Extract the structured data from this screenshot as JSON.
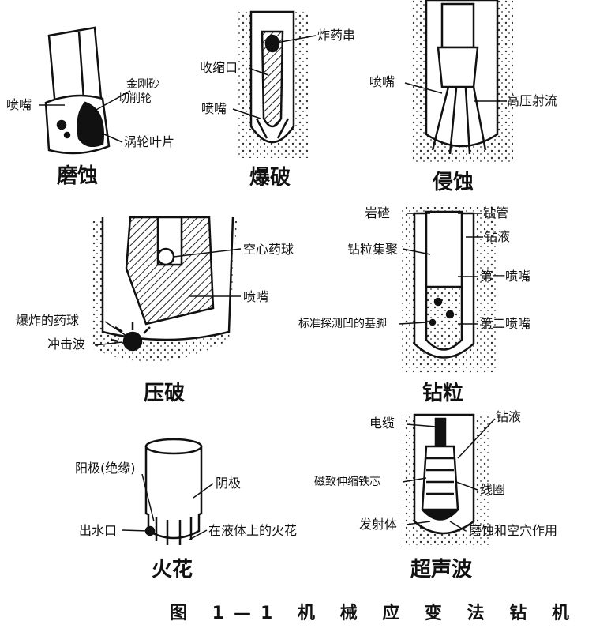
{
  "figure": {
    "caption": "图 1—1  机 械 应 变 法 钻 机"
  },
  "panels": {
    "grinding": {
      "title": "磨蚀",
      "nozzle": "喷嘴",
      "diamond_cutter_line1": "金刚砂",
      "diamond_cutter_line2": "切削轮",
      "turbine_blade": "涡轮叶片"
    },
    "blasting": {
      "title": "爆破",
      "charge": "炸药串",
      "constriction": "收缩口",
      "nozzle": "喷嘴"
    },
    "erosion": {
      "title": "侵蚀",
      "nozzle": "喷嘴",
      "jet": "高压射流"
    },
    "crushing": {
      "title": "压破",
      "hollow_pellet": "空心药球",
      "nozzle": "喷嘴",
      "exploding_pellet": "爆炸的药球",
      "shock_wave": "冲击波"
    },
    "pellet": {
      "title": "钻粒",
      "rock_chips": "岩碴",
      "drill_pipe": "钻管",
      "drill_fluid": "钻液",
      "pellet_gather": "钻粒集聚",
      "first_nozzle": "第一喷嘴",
      "second_nozzle": "第二喷嘴",
      "foot": "标准探测凹的基脚"
    },
    "spark": {
      "title": "火花",
      "anode": "阳极(绝缘)",
      "cathode": "阴极",
      "outlet": "出水口",
      "spark": "在液体上的火花"
    },
    "ultrasonic": {
      "title": "超声波",
      "cable": "电缆",
      "drill_fluid": "钻液",
      "core": "磁致伸缩铁芯",
      "coil": "线圈",
      "emitter": "发射体",
      "effect": "磨蚀和空穴作用"
    }
  }
}
